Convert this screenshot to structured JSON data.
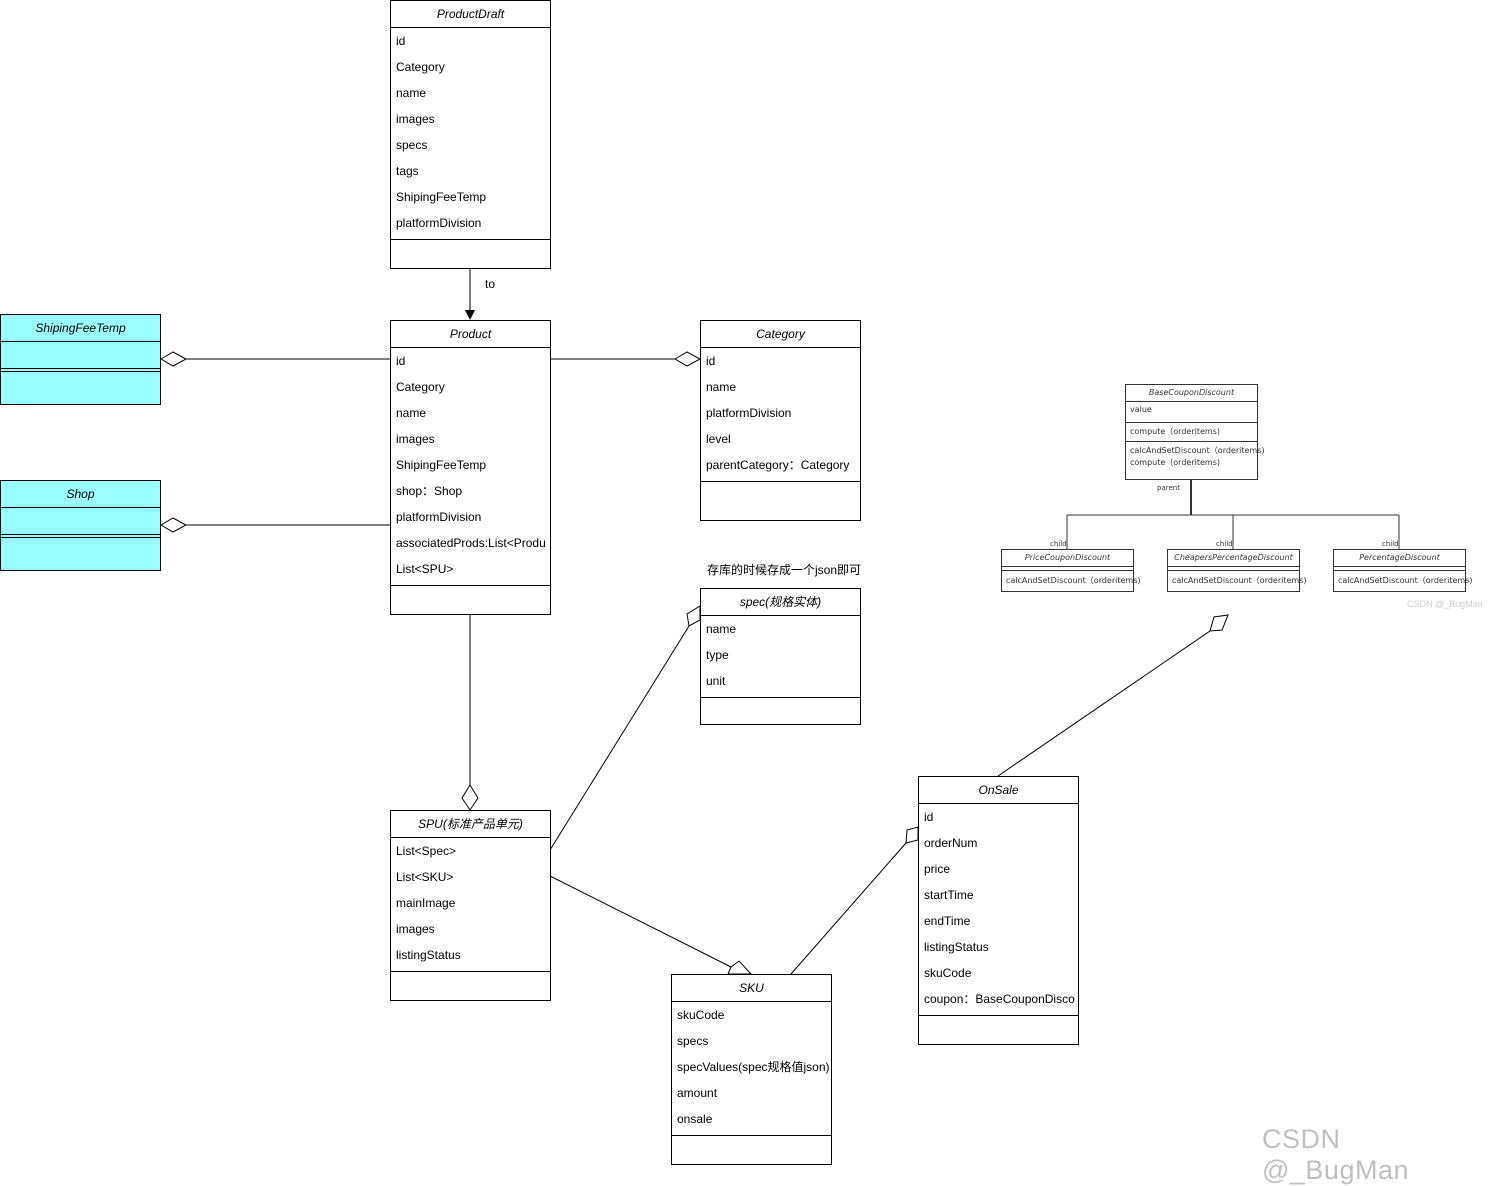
{
  "classes": {
    "productdraft": {
      "title": "ProductDraft",
      "attrs": [
        "id",
        "Category",
        "name",
        "images",
        "specs",
        "tags",
        "ShipingFeeTemp",
        "platformDivision"
      ]
    },
    "product": {
      "title": "Product",
      "attrs": [
        "id",
        "Category",
        "name",
        "images",
        "ShipingFeeTemp",
        "shop：Shop",
        "platformDivision",
        "associatedProds:List<Produ",
        "List<SPU>"
      ]
    },
    "category": {
      "title": "Category",
      "attrs": [
        "id",
        "name",
        "platformDivision",
        "level",
        "parentCategory：Category"
      ]
    },
    "shipingfeetemp": {
      "title": "ShipingFeeTemp"
    },
    "shop": {
      "title": "Shop"
    },
    "spec": {
      "title": "spec(规格实体)",
      "attrs": [
        "name",
        "type",
        "unit"
      ]
    },
    "spu": {
      "title": "SPU(标准产品单元)",
      "attrs": [
        "List<Spec>",
        "List<SKU>",
        "mainImage",
        "images",
        "listingStatus"
      ]
    },
    "sku": {
      "title": "SKU",
      "attrs": [
        "skuCode",
        "specs",
        "specValues(spec规格值json)",
        "amount",
        "onsale"
      ]
    },
    "onsale": {
      "title": "OnSale",
      "attrs": [
        "id",
        "orderNum",
        "price",
        "startTime",
        "endTime",
        "listingStatus",
        "skuCode",
        "coupon：BaseCouponDisco"
      ]
    }
  },
  "labels": {
    "to": "to",
    "spec_note": "存库的时候存成一个json即可"
  },
  "coupon": {
    "base": {
      "title": "BaseCouponDiscount",
      "attr": "value",
      "methods": [
        "compute（orderitems)",
        "calcAndSetDiscount（orderitems)",
        "compute（orderitems)"
      ]
    },
    "parent_label": "parent",
    "child_label": "child",
    "children": [
      {
        "title": "PriceCouponDiscount",
        "method": "calcAndSetDiscount（orderitems)"
      },
      {
        "title": "CheapersPercentageDiscount",
        "method": "calcAndSetDiscount（orderitems)"
      },
      {
        "title": "PercentageDiscount",
        "method": "calcAndSetDiscount（orderitems)"
      }
    ],
    "watermark": "CSDN @_BugMan"
  },
  "watermark": "CSDN @_BugMan",
  "colors": {
    "highlight": "#99ffff",
    "line": "#000000"
  }
}
